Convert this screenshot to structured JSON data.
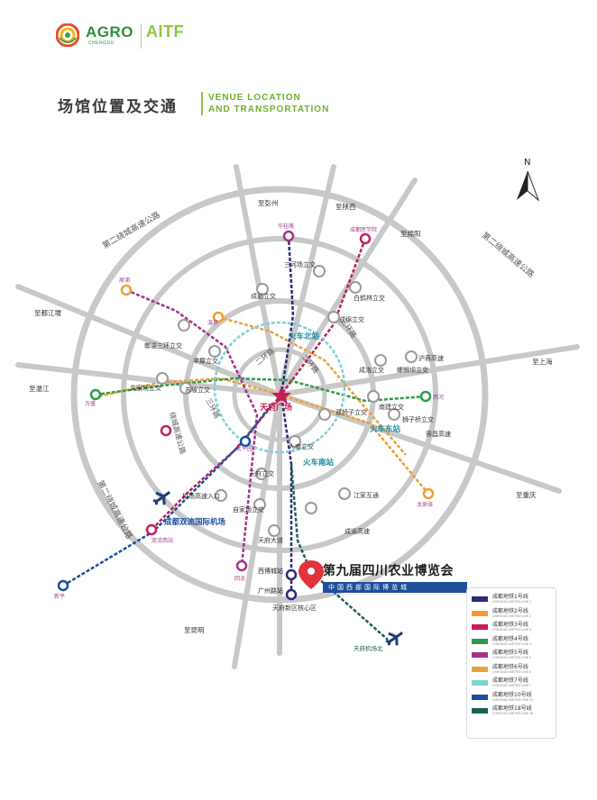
{
  "header": {
    "logo_brand": "AGRO",
    "logo_brand_sub": "CHENGDU",
    "logo_right": "AITF"
  },
  "section": {
    "title_cn": "场馆位置及交通",
    "title_en_line1": "VENUE LOCATION",
    "title_en_line2": "AND TRANSPORTATION"
  },
  "map": {
    "north": "N",
    "ring_label_nw": "第二绕城高速公路",
    "ring_label_ne": "第二绕城高速公路",
    "ring_label_sw": "第二绕城高速公路",
    "expressway_label": "绕城高速公路",
    "sanhuan_label_w": "三环路",
    "sanhuan_label_e": "三环路",
    "erhuan_label_w": "二环路",
    "erhuan_label_e": "二环路",
    "directions": {
      "pengzhou": "至彭州",
      "shaanxi": "至陕西",
      "mianyang": "至绵阳",
      "dujiangyan": "至都江堰",
      "wenjiang": "至温江",
      "shanghai": "至上海",
      "chongqing": "至重庆",
      "kunming": "至昆明"
    },
    "interchanges": {
      "chengpeng": "成彭立交",
      "sanhechang": "三河场立交",
      "baijialin": "白鹤林立交",
      "chengmian": "成绵立交",
      "pixian": "郫温三环立交",
      "yangxi": "羊犀立交",
      "wenjiang": "文家场立交",
      "supo": "苏坡立交",
      "chengluo": "成洛立交",
      "luodai": "螺蛳坝立交",
      "huhuiyuan": "沪蓉高速",
      "shuangqiao": "双桥子立交",
      "dongda": "南建立交",
      "shizi": "狮子桥立交",
      "renmin": "人南立交",
      "tianfu": "天府立交",
      "jichang": "机场高速入口",
      "zijia": "自家场立交",
      "jiangjia": "江家互通",
      "tianfu_dadao": "天府大道",
      "tianfu_new": "天府新区核心区",
      "yuyue": "蓉昌高速",
      "chengyu": "成渝高速"
    },
    "stations": {
      "tianfu_square": "天府广场",
      "north_station": "火车北站",
      "east_station": "火车东站",
      "south_station": "火车南站",
      "shuangliu": "成都双流国际机场",
      "tianfu_airport": "天府机场北",
      "xibo": "西博城站",
      "guangzhou_rd": "广州路站",
      "xinping": "新平",
      "wansheng": "万盛",
      "xihe": "西河",
      "longquan": "龙泉驿",
      "huaguilu": "华桂路",
      "yixueyuan": "成都医学院",
      "weijianshe": "犀浦",
      "wenquan": "温泉",
      "taiping": "太平园",
      "huiyuan": "回龙",
      "shuangliu_west": "双流西站"
    }
  },
  "expo": {
    "title_cn": "第九届四川农业博览会",
    "venue": "中国西部国际博览城"
  },
  "legend": [
    {
      "cn": "成都地铁1号线",
      "en": "CHENGDU METRO LINE 1",
      "color": "#2b2a7a"
    },
    {
      "cn": "成都地铁2号线",
      "en": "CHENGDU METRO LINE 2",
      "color": "#f29c32"
    },
    {
      "cn": "成都地铁3号线",
      "en": "CHENGDU METRO LINE 3",
      "color": "#c21f56"
    },
    {
      "cn": "成都地铁4号线",
      "en": "CHENGDU METRO LINE 4",
      "color": "#2e9a4a"
    },
    {
      "cn": "成都地铁5号线",
      "en": "CHENGDU METRO LINE 5",
      "color": "#a2338c"
    },
    {
      "cn": "成都地铁6号线",
      "en": "CHENGDU METRO LINE 6",
      "color": "#e8a23a"
    },
    {
      "cn": "成都地铁7号线",
      "en": "CHENGDU METRO LINE 7",
      "color": "#7fd0d5"
    },
    {
      "cn": "成都地铁10号线",
      "en": "CHENGDU METRO LINE 10",
      "color": "#1b4f9c"
    },
    {
      "cn": "成都地铁18号线",
      "en": "CHENGDU METRO LINE 18",
      "color": "#1f5e55"
    }
  ]
}
